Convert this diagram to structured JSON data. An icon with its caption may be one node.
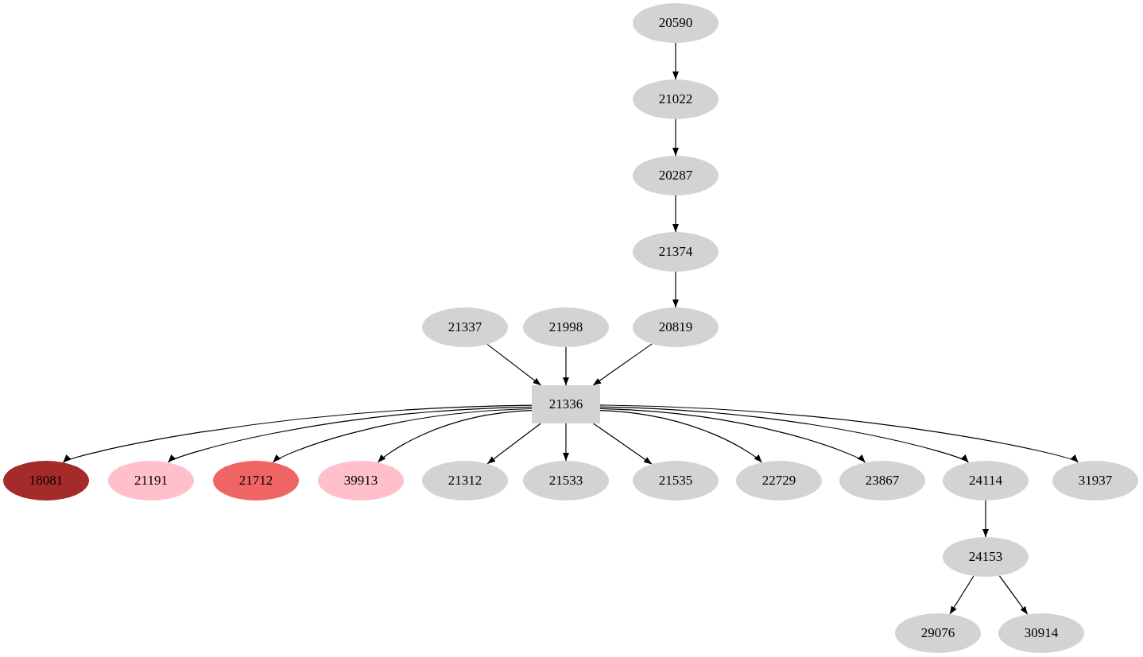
{
  "diagram": {
    "nodes": [
      {
        "text": [
          "20590"
        ]
      },
      {
        "text": [
          "21022"
        ]
      },
      {
        "text": [
          "20287"
        ]
      },
      {
        "text": [
          "21374"
        ]
      },
      {
        "text": [
          "21337"
        ]
      },
      {
        "text": [
          "21998"
        ]
      },
      {
        "text": [
          "20819"
        ]
      },
      {
        "text": [
          "21336"
        ]
      },
      {
        "text": [
          "18081"
        ]
      },
      {
        "text": [
          "21191"
        ]
      },
      {
        "text": [
          "21712"
        ]
      },
      {
        "text": [
          "39913"
        ]
      },
      {
        "text": [
          "21312"
        ]
      },
      {
        "text": [
          "21533"
        ]
      },
      {
        "text": [
          "21535"
        ]
      },
      {
        "text": [
          "22729"
        ]
      },
      {
        "text": [
          "23867"
        ]
      },
      {
        "text": [
          "24114"
        ]
      },
      {
        "text": [
          "31937"
        ]
      },
      {
        "text": [
          "24153"
        ]
      },
      {
        "text": [
          "29076"
        ]
      },
      {
        "text": [
          "30914"
        ]
      }
    ],
    "edges": [
      {
        "from": 0,
        "to": 1,
        "arrow": "to"
      },
      {
        "from": 1,
        "to": 2,
        "arrow": "to"
      },
      {
        "from": 2,
        "to": 3,
        "arrow": "to"
      },
      {
        "from": 3,
        "to": 6,
        "arrow": "to"
      },
      {
        "from": 4,
        "to": 7,
        "arrow": "to"
      },
      {
        "from": 5,
        "to": 7,
        "arrow": "to"
      },
      {
        "from": 6,
        "to": 7,
        "arrow": "to"
      },
      {
        "from": 7,
        "to": 8,
        "arrow": "to"
      },
      {
        "from": 7,
        "to": 9,
        "arrow": "to"
      },
      {
        "from": 7,
        "to": 10,
        "arrow": "to"
      },
      {
        "from": 7,
        "to": 11,
        "arrow": "to"
      },
      {
        "from": 7,
        "to": 12,
        "arrow": "to"
      },
      {
        "from": 7,
        "to": 13,
        "arrow": "to"
      },
      {
        "from": 7,
        "to": 14,
        "arrow": "to"
      },
      {
        "from": 7,
        "to": 15,
        "arrow": "to"
      },
      {
        "from": 7,
        "to": 16,
        "arrow": "to"
      },
      {
        "from": 7,
        "to": 17,
        "arrow": "to"
      },
      {
        "from": 7,
        "to": 18,
        "arrow": "to"
      },
      {
        "from": 17,
        "to": 19,
        "arrow": "to"
      },
      {
        "from": 19,
        "to": 20,
        "arrow": "to"
      },
      {
        "from": 19,
        "to": 21,
        "arrow": "to"
      }
    ]
  }
}
